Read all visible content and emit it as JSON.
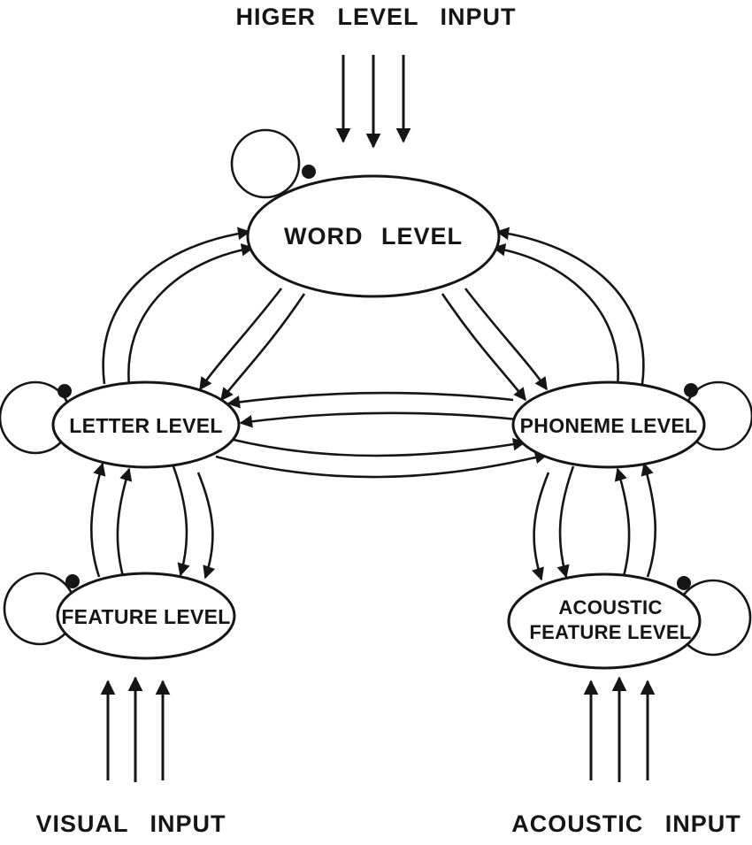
{
  "diagram": {
    "top_input_label": "HIGER LEVEL INPUT",
    "bottom_left_input_label": "VISUAL INPUT",
    "bottom_right_input_label": "ACOUSTIC INPUT",
    "nodes": {
      "word": {
        "label": "WORD LEVEL"
      },
      "letter": {
        "label": "LETTER LEVEL"
      },
      "phoneme": {
        "label": "PHONEME LEVEL"
      },
      "feature": {
        "label": "FEATURE LEVEL"
      },
      "acoustic_feature": {
        "label_line1": "ACOUSTIC",
        "label_line2": "FEATURE LEVEL"
      }
    },
    "connections": [
      {
        "from": "higher-level-input",
        "to": "word",
        "type": "excitatory-arrows",
        "count": 3
      },
      {
        "from": "word",
        "to": "word",
        "type": "self-inhibitory-loop",
        "count": 1
      },
      {
        "from": "letter",
        "to": "letter",
        "type": "self-inhibitory-loop",
        "count": 1
      },
      {
        "from": "phoneme",
        "to": "phoneme",
        "type": "self-inhibitory-loop",
        "count": 1
      },
      {
        "from": "feature",
        "to": "feature",
        "type": "self-inhibitory-loop",
        "count": 1
      },
      {
        "from": "acoustic_feature",
        "to": "acoustic_feature",
        "type": "self-inhibitory-loop",
        "count": 1
      },
      {
        "from": "letter",
        "to": "word",
        "type": "arrows",
        "count": 2
      },
      {
        "from": "word",
        "to": "letter",
        "type": "arrows",
        "count": 2
      },
      {
        "from": "phoneme",
        "to": "word",
        "type": "arrows",
        "count": 2
      },
      {
        "from": "word",
        "to": "phoneme",
        "type": "arrows",
        "count": 2
      },
      {
        "from": "phoneme",
        "to": "letter",
        "type": "arrows",
        "count": 2
      },
      {
        "from": "letter",
        "to": "phoneme",
        "type": "arrows",
        "count": 2
      },
      {
        "from": "feature",
        "to": "letter",
        "type": "arrows",
        "count": 2
      },
      {
        "from": "letter",
        "to": "feature",
        "type": "arrows",
        "count": 2
      },
      {
        "from": "acoustic_feature",
        "to": "phoneme",
        "type": "arrows",
        "count": 2
      },
      {
        "from": "phoneme",
        "to": "acoustic_feature",
        "type": "arrows",
        "count": 2
      },
      {
        "from": "visual-input",
        "to": "feature",
        "type": "excitatory-arrows",
        "count": 3
      },
      {
        "from": "acoustic-input",
        "to": "acoustic_feature",
        "type": "excitatory-arrows",
        "count": 3
      }
    ],
    "colors": {
      "stroke": "#151515",
      "background": "#ffffff"
    }
  }
}
